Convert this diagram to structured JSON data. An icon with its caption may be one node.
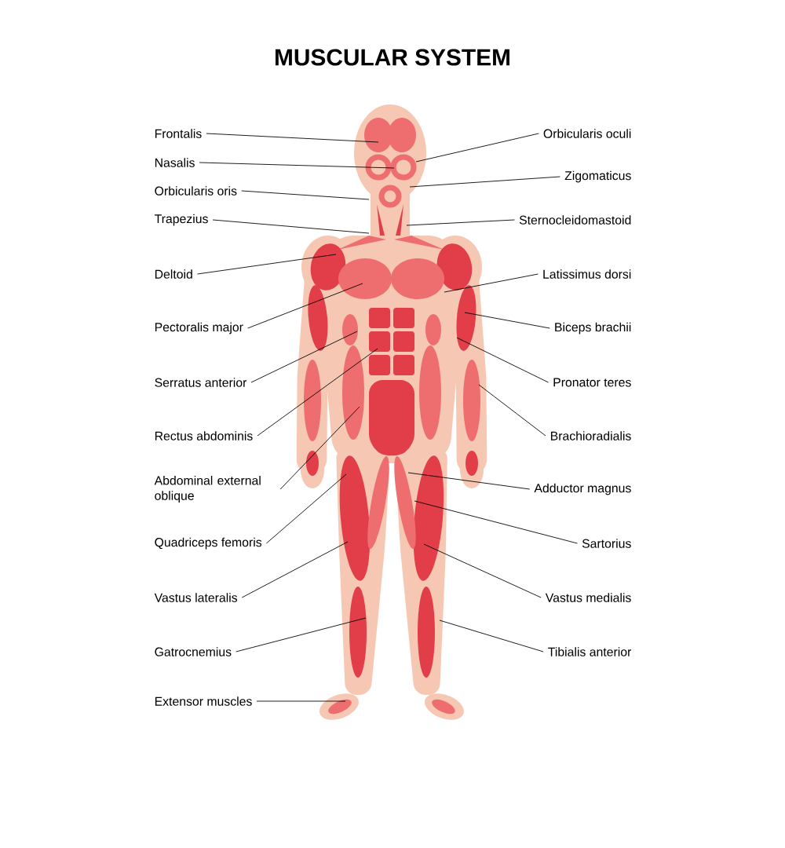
{
  "diagram": {
    "title": "MUSCULAR SYSTEM",
    "nodes": [
      {
        "text": [
          "Frontalis"
        ]
      },
      {
        "text": [
          "Nasalis"
        ]
      },
      {
        "text": [
          "Orbicularis oris"
        ]
      },
      {
        "text": [
          "Trapezius"
        ]
      },
      {
        "text": [
          "Deltoid"
        ]
      },
      {
        "text": [
          "Pectoralis major"
        ]
      },
      {
        "text": [
          "Serratus anterior"
        ]
      },
      {
        "text": [
          "Rectus abdominis"
        ]
      },
      {
        "text": [
          "Abdominal external oblique"
        ]
      },
      {
        "text": [
          "Quadriceps femoris"
        ]
      },
      {
        "text": [
          "Vastus lateralis"
        ]
      },
      {
        "text": [
          "Gatrocnemius"
        ]
      },
      {
        "text": [
          "Extensor muscles"
        ]
      },
      {
        "text": [
          "Orbicularis oculi"
        ]
      },
      {
        "text": [
          "Zigomaticus"
        ]
      },
      {
        "text": [
          "Sternocleidomastoid"
        ]
      },
      {
        "text": [
          "Latissimus dorsi"
        ]
      },
      {
        "text": [
          "Biceps brachii"
        ]
      },
      {
        "text": [
          "Pronator teres"
        ]
      },
      {
        "text": [
          "Brachioradialis"
        ]
      },
      {
        "text": [
          "Adductor magnus"
        ]
      },
      {
        "text": [
          "Sartorius"
        ]
      },
      {
        "text": [
          "Vastus medialis"
        ]
      },
      {
        "text": [
          "Tibialis anterior"
        ]
      }
    ],
    "edges": [
      {
        "from": 0,
        "to": null,
        "arrow": "none"
      },
      {
        "from": 1,
        "to": null,
        "arrow": "none"
      },
      {
        "from": 2,
        "to": null,
        "arrow": "none"
      },
      {
        "from": 3,
        "to": null,
        "arrow": "none"
      },
      {
        "from": 4,
        "to": null,
        "arrow": "none"
      },
      {
        "from": 5,
        "to": null,
        "arrow": "none"
      },
      {
        "from": 6,
        "to": null,
        "arrow": "none"
      },
      {
        "from": 7,
        "to": null,
        "arrow": "none"
      },
      {
        "from": 8,
        "to": null,
        "arrow": "none"
      },
      {
        "from": 9,
        "to": null,
        "arrow": "none"
      },
      {
        "from": 10,
        "to": null,
        "arrow": "none"
      },
      {
        "from": 11,
        "to": null,
        "arrow": "none"
      },
      {
        "from": 12,
        "to": null,
        "arrow": "none"
      },
      {
        "from": 13,
        "to": null,
        "arrow": "none"
      },
      {
        "from": 14,
        "to": null,
        "arrow": "none"
      },
      {
        "from": 15,
        "to": null,
        "arrow": "none"
      },
      {
        "from": 16,
        "to": null,
        "arrow": "none"
      },
      {
        "from": 17,
        "to": null,
        "arrow": "none"
      },
      {
        "from": 18,
        "to": null,
        "arrow": "none"
      },
      {
        "from": 19,
        "to": null,
        "arrow": "none"
      },
      {
        "from": 20,
        "to": null,
        "arrow": "none"
      },
      {
        "from": 21,
        "to": null,
        "arrow": "none"
      },
      {
        "from": 22,
        "to": null,
        "arrow": "none"
      },
      {
        "from": 23,
        "to": null,
        "arrow": "none"
      }
    ]
  }
}
